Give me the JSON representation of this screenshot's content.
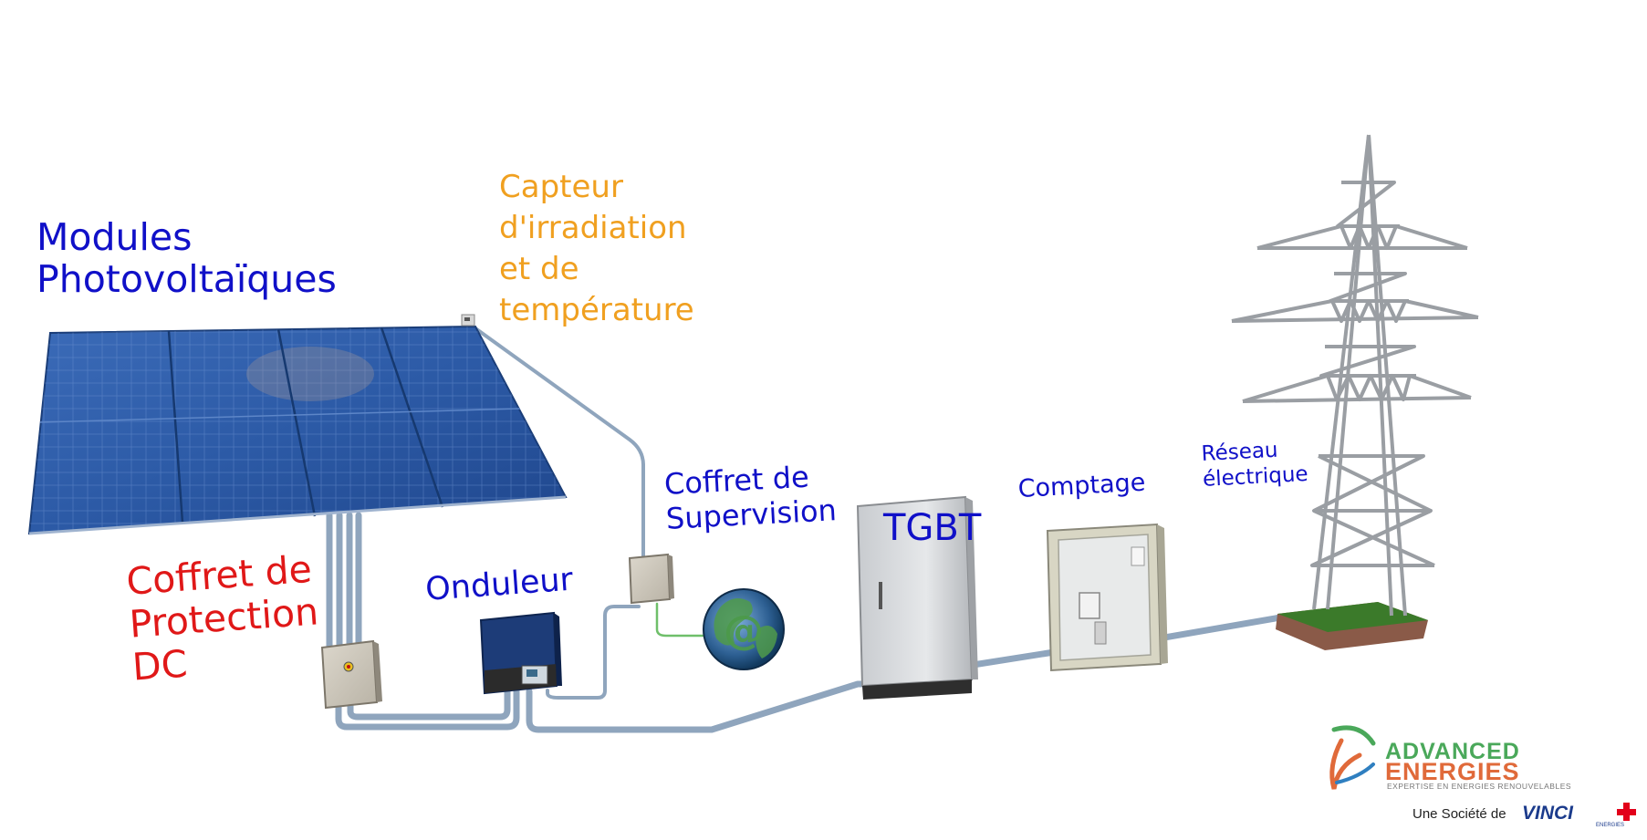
{
  "labels": {
    "modules": [
      "Modules",
      "Photovoltaïques"
    ],
    "capteur": [
      "Capteur",
      "d'irradiation",
      "et de",
      "température"
    ],
    "coffret_dc": [
      "Coffret de",
      "Protection",
      "DC"
    ],
    "onduleur": "Onduleur",
    "supervision": [
      "Coffret de",
      "Supervision"
    ],
    "tgbt": "TGBT",
    "comptage": "Comptage",
    "reseau": [
      "Réseau",
      "électrique"
    ]
  },
  "branding": {
    "logo_line1": "ADVANCED",
    "logo_line2": "ENERGIES",
    "tagline": "EXPERTISE EN ENERGIES RENOUVELABLES",
    "societe": "Une Société de",
    "parent": "VINCI",
    "parent_sub": "ENERGIES"
  },
  "colors": {
    "label_blue": "#1010c8",
    "label_orange": "#f0a020",
    "label_red": "#e01818",
    "cable": "#8fa5bd",
    "panel": "#2d5aa8",
    "logo_green": "#4aa85a",
    "logo_orange": "#e06a3a",
    "vinci_blue": "#1b3b8c",
    "vinci_red": "#e2001a"
  },
  "icons": {
    "panel": "solar-panel-icon",
    "sensor": "irradiance-sensor-icon",
    "dc_box": "dc-protection-box-icon",
    "inverter": "inverter-icon",
    "supervision": "supervision-box-icon",
    "globe": "internet-globe-icon",
    "cabinet": "tgbt-cabinet-icon",
    "meter": "meter-cabinet-icon",
    "pylon": "power-pylon-icon"
  }
}
